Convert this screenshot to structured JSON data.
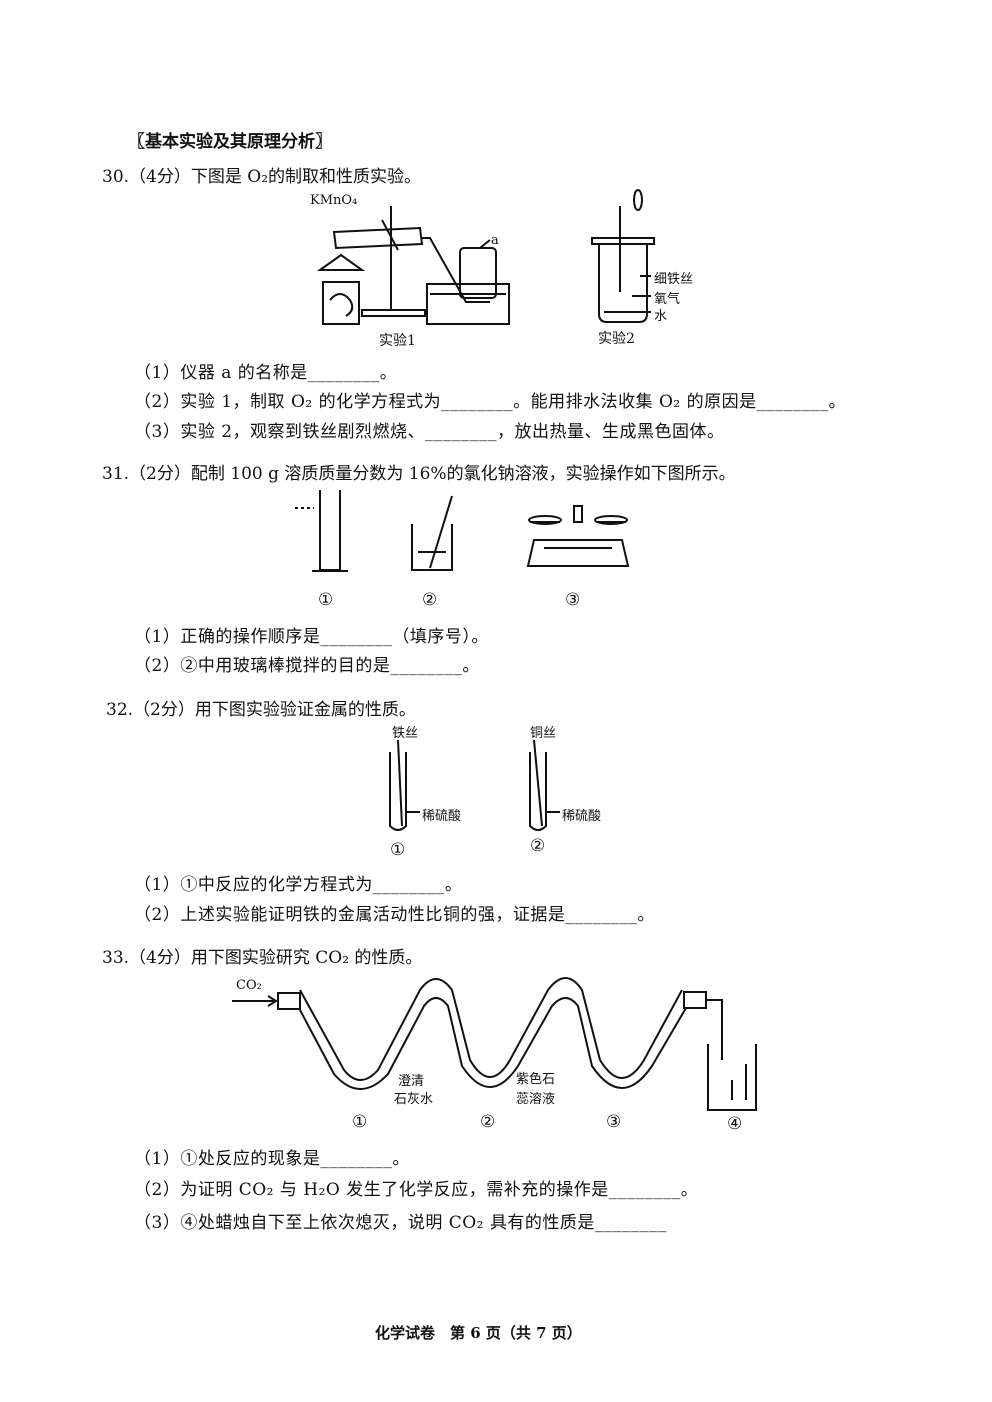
{
  "section_title": "〖基本实验及其原理分析〗",
  "q30": {
    "stem": "30.（4分）下图是 O₂的制取和性质实验。",
    "labels": {
      "kmno4": "KMnO₄",
      "a": "a",
      "exp1": "实验1",
      "exp2": "实验2",
      "wire": "细铁丝",
      "oxygen": "氧气",
      "water": "水"
    },
    "items": [
      "（1）仪器 a 的名称是________。",
      "（2）实验 1，制取 O₂ 的化学方程式为________。能用排水法收集 O₂ 的原因是________。",
      "（3）实验 2，观察到铁丝剧烈燃烧、________，放出热量、生成黑色固体。"
    ]
  },
  "q31": {
    "stem": "31.（2分）配制 100 g 溶质质量分数为 16%的氯化钠溶液，实验操作如下图所示。",
    "figure_labels": [
      "①",
      "②",
      "③"
    ],
    "items": [
      "（1）正确的操作顺序是________（填序号）。",
      "（2）②中用玻璃棒搅拌的目的是________。"
    ]
  },
  "q32": {
    "stem": "32.（2分）用下图实验验证金属的性质。",
    "labels": {
      "iron": "铁丝",
      "copper": "铜丝",
      "acid1": "稀硫酸",
      "acid2": "稀硫酸",
      "n1": "①",
      "n2": "②"
    },
    "items": [
      "（1）①中反应的化学方程式为________。",
      "（2）上述实验能证明铁的金属活动性比铜的强，证据是________。"
    ]
  },
  "q33": {
    "stem": "33.（4分）用下图实验研究 CO₂ 的性质。",
    "labels": {
      "co2": "CO₂",
      "lime1": "澄清",
      "lime2": "石灰水",
      "litmus1": "紫色石",
      "litmus2": "蕊溶液",
      "n1": "①",
      "n2": "②",
      "n3": "③",
      "n4": "④"
    },
    "items": [
      "（1）①处反应的现象是________。",
      "（2）为证明 CO₂ 与 H₂O 发生了化学反应，需补充的操作是________。",
      "（3）④处蜡烛自下至上依次熄灭，说明 CO₂ 具有的性质是________"
    ]
  },
  "footer": "化学试卷　第 6 页（共 7 页）"
}
